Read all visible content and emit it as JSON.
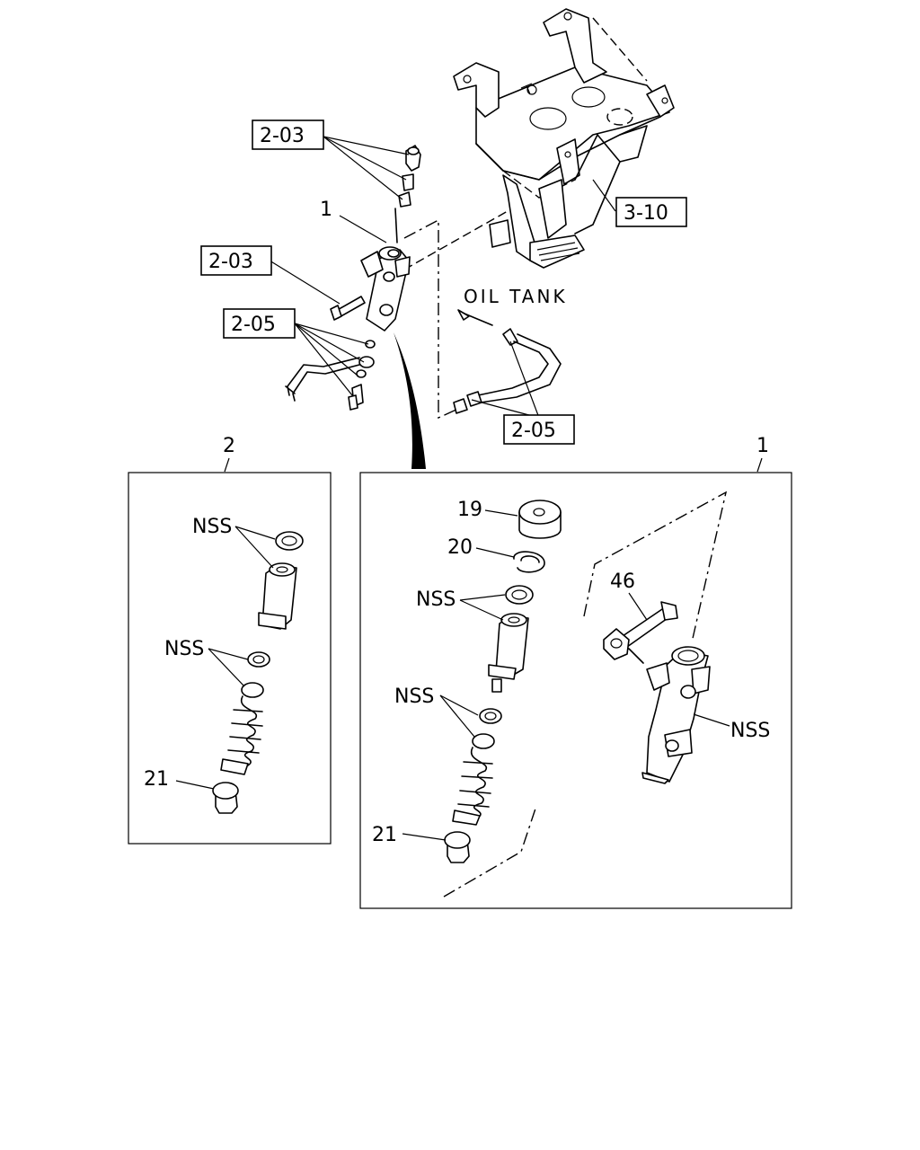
{
  "refs": {
    "ref_2_03_top": "2-03",
    "ref_2_03_mid": "2-03",
    "ref_2_05_left": "2-05",
    "ref_2_05_right": "2-05",
    "ref_3_10": "3-10"
  },
  "callouts": {
    "part_1_main": "1",
    "oil_tank": "OIL TANK",
    "detail_2_title": "2",
    "detail_1_title": "1"
  },
  "detail_2": {
    "nss_a": "NSS",
    "nss_b": "NSS",
    "part_21": "21"
  },
  "detail_1": {
    "part_19": "19",
    "part_20": "20",
    "nss_a": "NSS",
    "nss_b": "NSS",
    "part_46": "46",
    "nss_body": "NSS",
    "part_21": "21"
  }
}
